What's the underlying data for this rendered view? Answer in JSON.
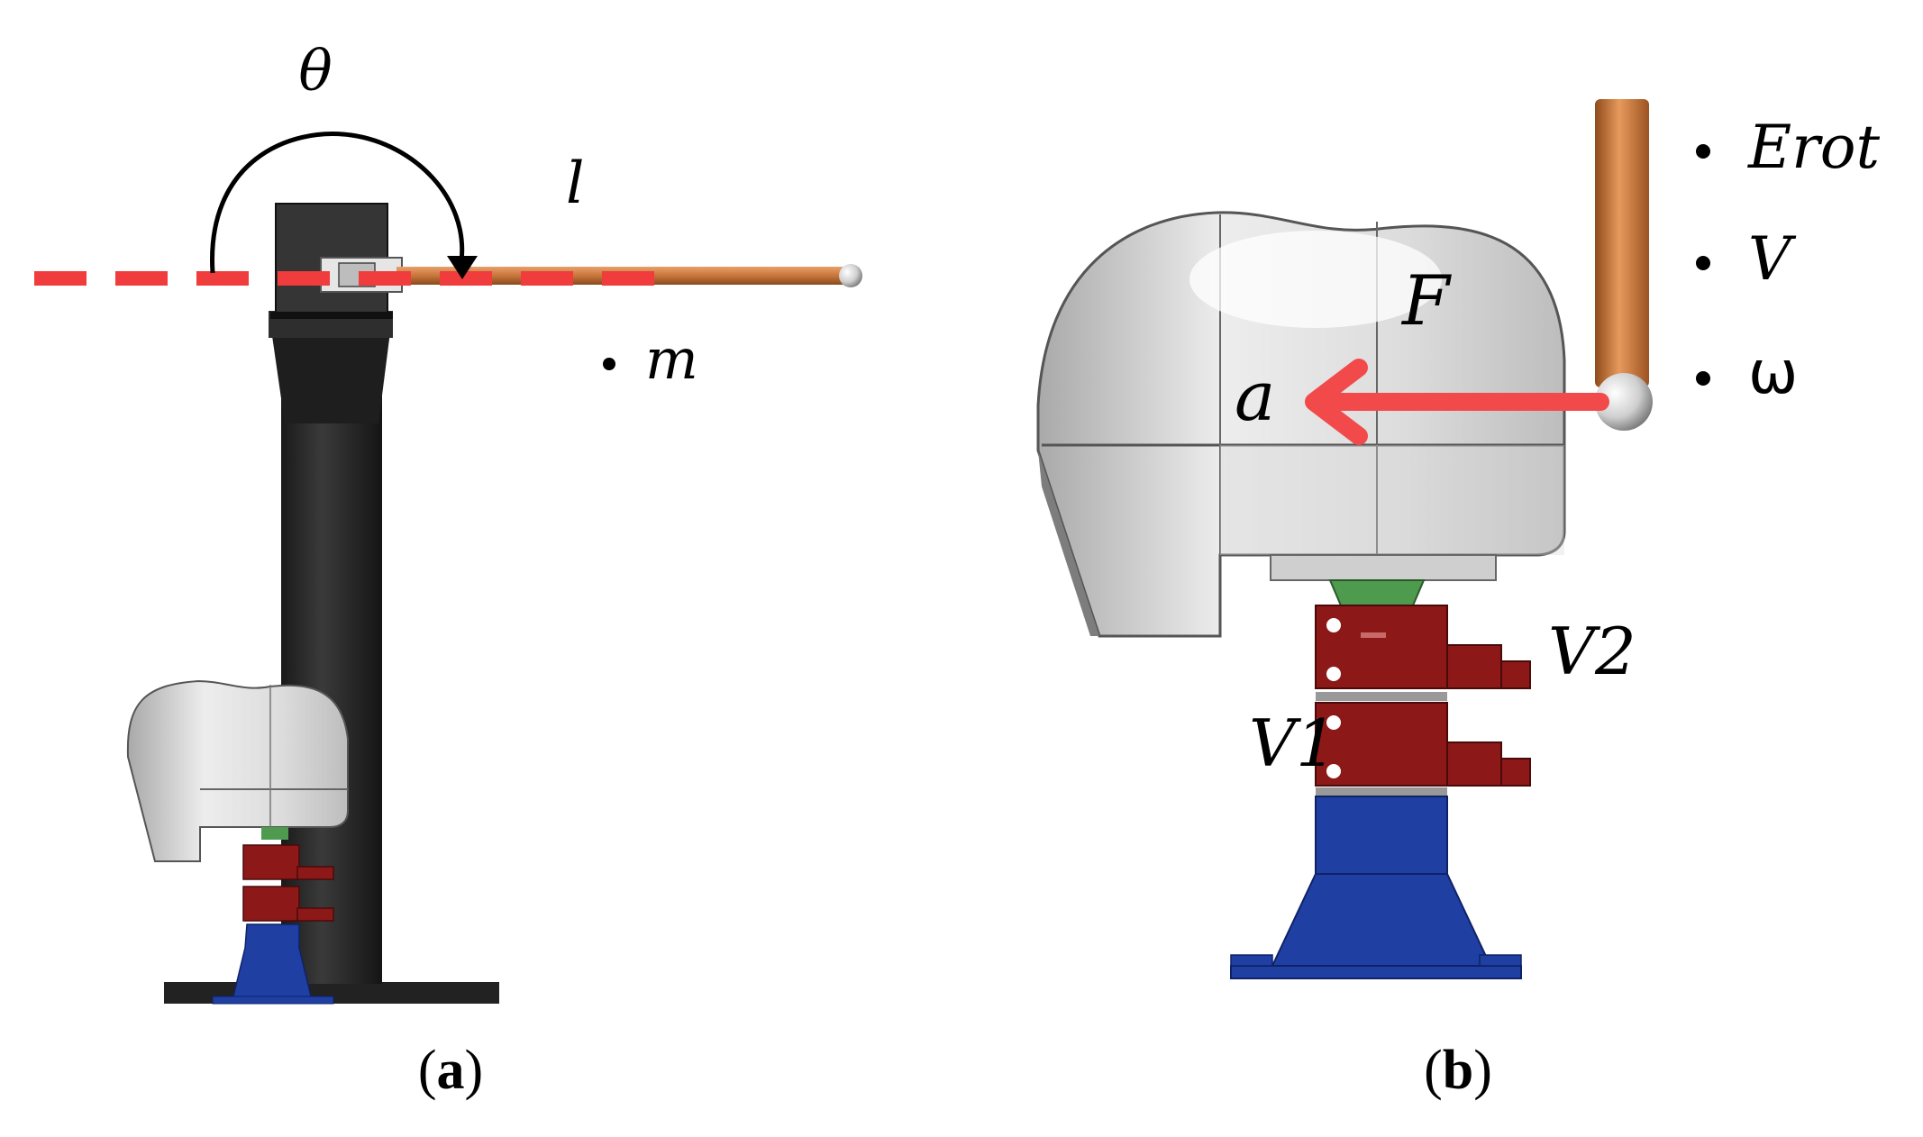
{
  "panel_a": {
    "labels": {
      "theta": "θ",
      "length": "l",
      "mass": "m"
    },
    "caption": {
      "open": "(",
      "letter": "a",
      "close": ")"
    }
  },
  "panel_b": {
    "labels": {
      "force": "F",
      "acceleration": "a",
      "v1": "V1",
      "v2": "V2"
    },
    "legend": [
      {
        "symbol": "Erot"
      },
      {
        "symbol": "V"
      },
      {
        "symbol": "ω"
      }
    ],
    "caption": {
      "open": "(",
      "letter": "b",
      "close": ")"
    }
  },
  "colors": {
    "dashed_line": "#f03c3c",
    "arrow": "#f24a4a",
    "rod": "#c8763a",
    "column": "#2b2b2b",
    "housing": "#d9d9d9",
    "switch": "#8c1818",
    "base": "#1f3fa3",
    "green_part": "#4e9a4e"
  }
}
